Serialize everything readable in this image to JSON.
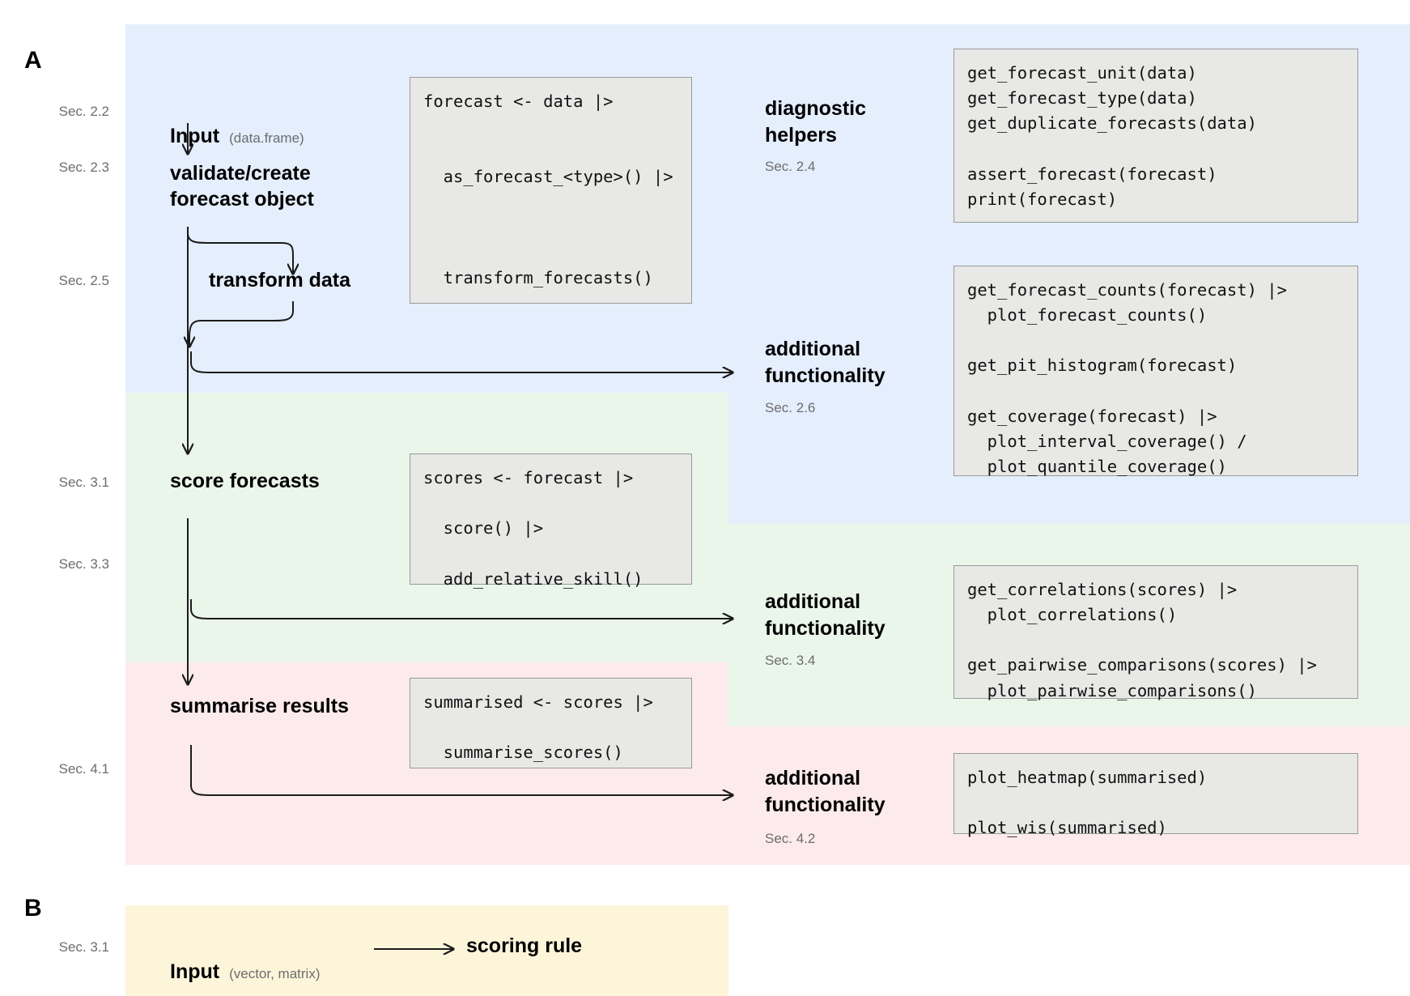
{
  "panels": {
    "a_label": "A",
    "b_label": "B"
  },
  "panel_a": {
    "sections": [
      {
        "tag": "Sec. 2.2"
      },
      {
        "tag": "Sec. 2.3"
      },
      {
        "tag": "Sec. 2.5"
      },
      {
        "tag": "Sec. 3.1"
      },
      {
        "tag": "Sec. 3.3"
      },
      {
        "tag": "Sec. 4.1"
      }
    ],
    "steps": [
      {
        "label": "Input",
        "annotation": "(data.frame)"
      },
      {
        "label": "validate/create\nforecast object"
      },
      {
        "label": "transform data"
      },
      {
        "label": "score forecasts"
      },
      {
        "label": "summarise results"
      }
    ],
    "pipeline_code": [
      {
        "name": "forecast-pipeline-code",
        "text": "forecast <- data |>\n\n\n  as_forecast_<type>() |>\n\n\n\n  transform_forecasts()"
      },
      {
        "name": "score-pipeline-code",
        "text": "scores <- forecast |>\n\n  score() |>\n\n  add_relative_skill()"
      },
      {
        "name": "summarise-pipeline-code",
        "text": "summarised <- scores |>\n\n  summarise_scores()"
      }
    ],
    "right_blocks": [
      {
        "heading": "diagnostic\nhelpers",
        "sec": "Sec. 2.4",
        "code": "get_forecast_unit(data)\nget_forecast_type(data)\nget_duplicate_forecasts(data)\n\nassert_forecast(forecast)\nprint(forecast)"
      },
      {
        "heading": "additional\nfunctionality",
        "sec": "Sec. 2.6",
        "code": "get_forecast_counts(forecast) |>\n  plot_forecast_counts()\n\nget_pit_histogram(forecast)\n\nget_coverage(forecast) |>\n  plot_interval_coverage() /\n  plot_quantile_coverage()"
      },
      {
        "heading": "additional\nfunctionality",
        "sec": "Sec. 3.4",
        "code": "get_correlations(scores) |>\n  plot_correlations()\n\nget_pairwise_comparisons(scores) |>\n  plot_pairwise_comparisons()"
      },
      {
        "heading": "additional\nfunctionality",
        "sec": "Sec. 4.2",
        "code": "plot_heatmap(summarised)\n\nplot_wis(summarised)"
      }
    ]
  },
  "panel_b": {
    "sec": "Sec. 3.1",
    "input_label": "Input",
    "input_annotation": "(vector, matrix)",
    "target_label": "scoring rule"
  },
  "colors": {
    "band_blue": "#e4eefd",
    "band_green": "#eaf6e9",
    "band_pink": "#fceaec",
    "band_yellow": "#fdf5da",
    "code_bg": "#e8e8e6",
    "code_border": "#9a9a9a",
    "muted_text": "#6d6d6d",
    "ink": "#000000"
  }
}
